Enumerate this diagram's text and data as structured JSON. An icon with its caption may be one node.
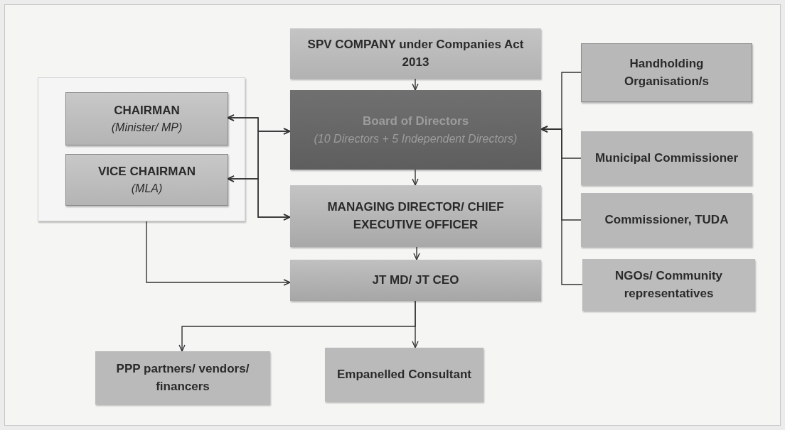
{
  "diagram": {
    "nodes": [
      {
        "text": [
          "SPV COMPANY under Companies Act 2013"
        ]
      },
      {
        "text": [],
        "shape": "box"
      },
      {
        "text": [
          "CHAIRMAN",
          "(Minister/ MP)"
        ],
        "in": 1
      },
      {
        "text": [
          "VICE CHAIRMAN",
          "(MLA)"
        ],
        "in": 1
      },
      {
        "text": [
          "Board of Directors",
          "(10 Directors + 5 Independent Directors)"
        ]
      },
      {
        "text": [
          "MANAGING DIRECTOR/ CHIEF EXECUTIVE OFFICER"
        ]
      },
      {
        "text": [
          "JT MD/ JT CEO"
        ]
      },
      {
        "text": [
          "Handholding Organisation/s"
        ]
      },
      {
        "text": [
          "Municipal Commissioner"
        ]
      },
      {
        "text": [
          "Commissioner, TUDA"
        ]
      },
      {
        "text": [
          "NGOs/ Community representatives"
        ]
      },
      {
        "text": [
          "PPP partners/ vendors/ financers"
        ]
      },
      {
        "text": [
          "Empanelled Consultant"
        ]
      }
    ],
    "edges": [
      {
        "from": 0,
        "to": 4,
        "arrow": "to"
      },
      {
        "from": 4,
        "to": 5,
        "arrow": "to"
      },
      {
        "from": 5,
        "to": 6,
        "arrow": "to"
      },
      {
        "from": 2,
        "to": 4,
        "arrow": "both"
      },
      {
        "from": 3,
        "to": 4,
        "arrow": "both"
      },
      {
        "from": 2,
        "to": 5,
        "arrow": "both"
      },
      {
        "from": 3,
        "to": 5,
        "arrow": "both"
      },
      {
        "from": 1,
        "to": 6,
        "arrow": "to"
      },
      {
        "from": 7,
        "to": 4,
        "arrow": "to"
      },
      {
        "from": 8,
        "to": 4,
        "arrow": "to"
      },
      {
        "from": 9,
        "to": 4,
        "arrow": "to"
      },
      {
        "from": 10,
        "to": 4,
        "arrow": "to"
      },
      {
        "from": 6,
        "to": 11,
        "arrow": "to"
      },
      {
        "from": 6,
        "to": 12,
        "arrow": "to"
      }
    ]
  }
}
